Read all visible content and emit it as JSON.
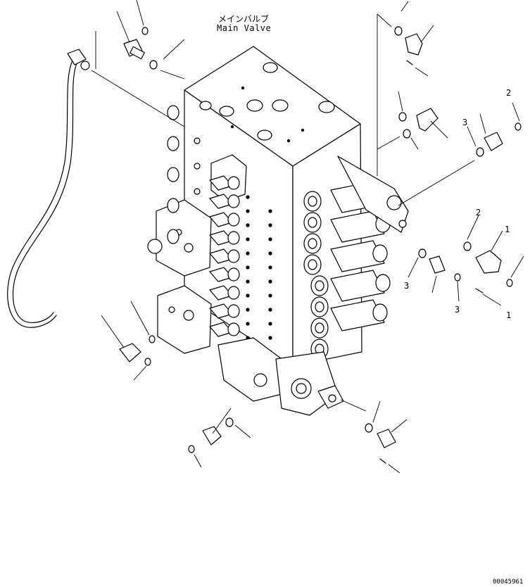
{
  "title_jp": "メインバルブ",
  "title_en": "Main Valve",
  "drawing_code": "00045961",
  "callouts": [
    "1",
    "2",
    "3",
    "2",
    "3",
    "1",
    "3"
  ]
}
